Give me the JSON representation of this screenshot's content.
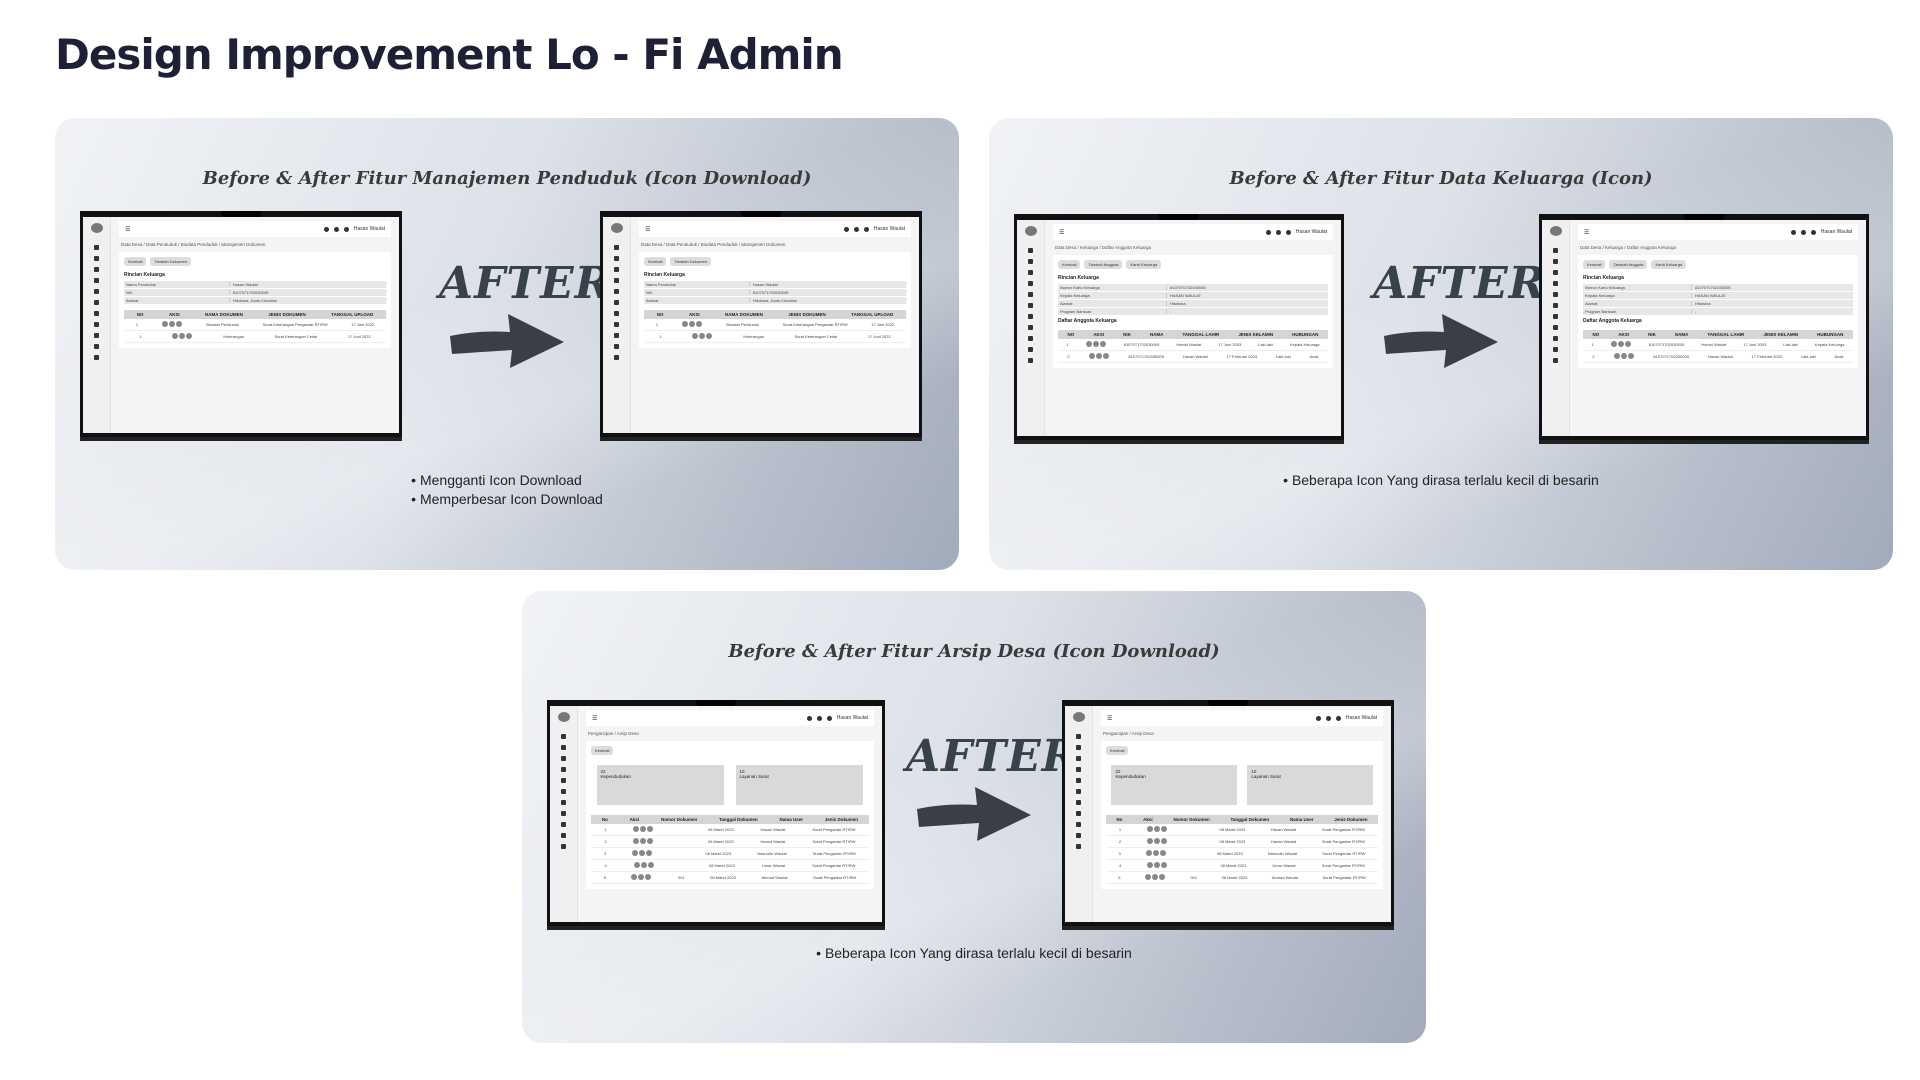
{
  "page": {
    "title": "Design Improvement Lo - Fi Admin"
  },
  "panels": [
    {
      "title": "Before & After Fitur Manajemen Penduduk (Icon Download)",
      "after_label": "AFTER",
      "notes": [
        "Mengganti Icon Download",
        "Memperbesar Icon Download"
      ]
    },
    {
      "title": "Before & After Fitur Data Keluarga (Icon)",
      "after_label": "AFTER",
      "notes": [
        "Beberapa Icon Yang dirasa terlalu kecil di besarin"
      ]
    },
    {
      "title": "Before & After Fitur Arsip Desa (Icon Download)",
      "after_label": "AFTER",
      "notes": [
        "Beberapa Icon Yang dirasa terlalu kecil di besarin"
      ]
    }
  ],
  "mock": {
    "user": "Hasan Waulat",
    "back": "Kembali",
    "add_doc": "Tambah Dokumen",
    "add_member": "Tambah Anggota",
    "family_card": "Kartu Keluarga",
    "crumb1": "Data Desa / Data Penduduk / Biodata Penduduk / Manajemen Dokumen",
    "crumb2": "Data Desa / Keluarga / Daftar Anggota Keluarga",
    "crumb3": "Pengarsipan / Arsip Desa",
    "sec_family": "Rincian Keluarga",
    "sec_members": "Daftar Anggota Keluarga",
    "kv1": [
      [
        "Nama Penduduk",
        "Hasan Waulat"
      ],
      [
        "NIK",
        "8107071702030005"
      ],
      [
        "Alamat",
        "Hituisma, Dank Chocklat"
      ]
    ],
    "kv2": [
      [
        "Nomor Kartu Keluarga",
        "8107070702030005"
      ],
      [
        "Kepala Keluarga",
        "HASAN WAULAT"
      ],
      [
        "Alamat",
        "Hituisma"
      ],
      [
        "Program Bantuan",
        "-"
      ]
    ],
    "th1": [
      "NO",
      "AKSI",
      "NAMA DOKUMEN",
      "JENIS DOKUMEN",
      "TANGGAL UPLOAD"
    ],
    "rows1": [
      [
        "1",
        "Biodata Penduduk",
        "Surat Keterangan Pengantar RT/RW",
        "17 Juni 2022"
      ],
      [
        "1",
        "Keterangan",
        "Surat Keterangan Cetak",
        "17 Juni 2022"
      ]
    ],
    "th2": [
      "NO",
      "AKSI",
      "NIK",
      "NAMA",
      "TANGGAL LAHIR",
      "JENIS KELAMIN",
      "HUBUNGAN"
    ],
    "rows2": [
      [
        "1",
        "8107071702030005",
        "Hamid Waulat",
        "17 Juni 2003",
        "Laki-laki",
        "Kepala Keluarga"
      ],
      [
        "2",
        "8107071702030005",
        "Hasan Waulat",
        "17 Februari 2003",
        "Laki-laki",
        "Anak"
      ]
    ],
    "stat_a_num": "22",
    "stat_a_label": "Kependudukan",
    "stat_b_num": "10",
    "stat_b_label": "Layanan Surat",
    "th3": [
      "No",
      "Aksi",
      "Nomor Dokumen",
      "Tanggal Dokumen",
      "Nama User",
      "Jenis Dokumen"
    ],
    "rows3": [
      [
        "1",
        "",
        "08 Maret 2023",
        "Hasan Waulat",
        "Surat Pengantar RT/RW"
      ],
      [
        "2",
        "",
        "08 Maret 2023",
        "Hamid Waulat",
        "Surat Pengantar RT/RW"
      ],
      [
        "3",
        "",
        "08 Maret 2023",
        "Nasrudin Waulat",
        "Surat Pengantar RT/RW"
      ],
      [
        "4",
        "",
        "08 Maret 2023",
        "Umar Waulat",
        "Surat Pengantar RT/RW"
      ],
      [
        "5",
        "001",
        "08 Maret 2023",
        "Ahmad Waulat",
        "Surat Pengantar RT/RW"
      ]
    ]
  }
}
